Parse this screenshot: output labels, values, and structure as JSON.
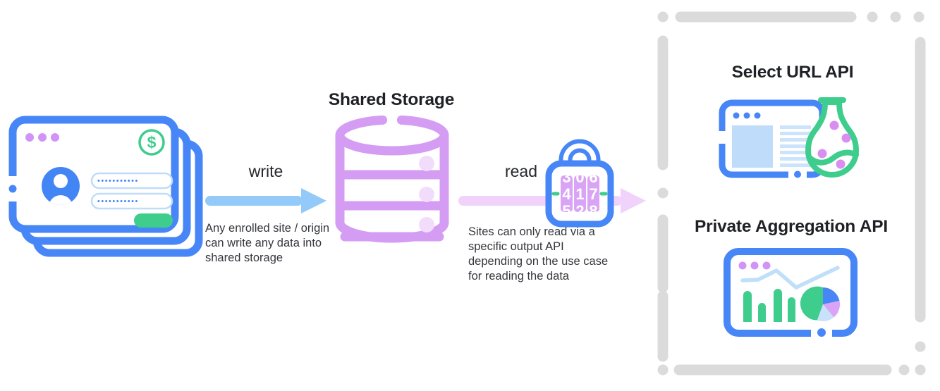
{
  "titles": {
    "shared_storage": "Shared Storage",
    "select_url_api": "Select URL API",
    "private_aggregation_api": "Private Aggregation API"
  },
  "arrows": {
    "write_label": "write",
    "read_label": "read"
  },
  "notes": {
    "write_note": "Any enrolled site / origin can write any data into shared storage",
    "read_note": "Sites can only read via a specific output API depending on the use case for reading the data"
  },
  "login_window": {
    "password_value": "•••••••••••",
    "dollar_sign": "$"
  },
  "lock": {
    "code": "417",
    "columns": [
      {
        "above": "3",
        "main": "4",
        "below": "5"
      },
      {
        "above": "0",
        "main": "1",
        "below": "2"
      },
      {
        "above": "6",
        "main": "7",
        "below": "8"
      }
    ]
  },
  "icons": {
    "login": "login-window-stack-icon",
    "shared_storage": "database-icon",
    "lock": "combination-lock-icon",
    "select_url": "browser-flask-icon",
    "private_aggregation": "dashboard-chart-icon"
  },
  "colors": {
    "primary_blue": "#4786F6",
    "avatar_blue": "#4285F4",
    "light_blue_arrow": "#93CAF9",
    "pale_blue_fill": "#BFDCFA",
    "pale_blue_line": "#CCE4FB",
    "line_chart_blue": "#BFE0F8",
    "purple": "#D59CF3",
    "pale_purple_dot": "#F2DCFB",
    "pink_arrow": "#F0D2FA",
    "window_dot_purple": "#D293F6",
    "dial_purple": "#D9A3F6",
    "flask_dot_purple": "#D98FF2",
    "green": "#3ECD8D",
    "dash_gray": "#DBDBDB",
    "text_dark": "#1F2126"
  }
}
